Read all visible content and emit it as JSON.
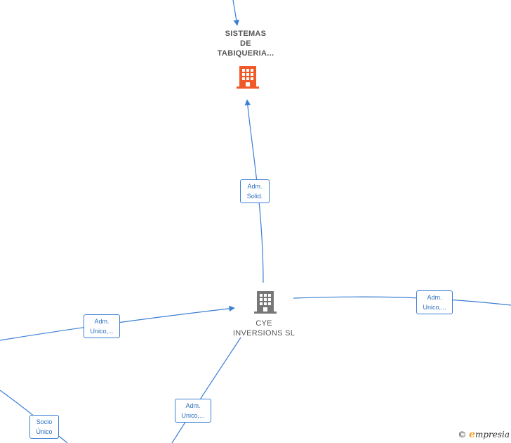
{
  "nodes": {
    "top_company": {
      "name_line1": "SISTEMAS",
      "name_line2": "DE",
      "name_line3": "TABIQUERIA...",
      "icon": "building-icon",
      "color": "#f05a28"
    },
    "center_company": {
      "name_line1": "CYE",
      "name_line2": "INVERSIONS SL",
      "icon": "building-icon",
      "color": "#777777"
    }
  },
  "edges": {
    "top": {
      "line1": "Adm.",
      "line2": "Solid."
    },
    "right": {
      "line1": "Adm.",
      "line2": "Unico,..."
    },
    "left": {
      "line1": "Adm.",
      "line2": "Unico,..."
    },
    "bottom": {
      "line1": "Adm.",
      "line2": "Unico,..."
    },
    "bottom_left": {
      "line1": "Socio",
      "line2": "Único"
    }
  },
  "watermark": {
    "symbol": "©",
    "brand_initial": "e",
    "brand_rest": "mpresia"
  },
  "colors": {
    "edge": "#3b7fd4",
    "highlight": "#f05a28",
    "neutral": "#777777"
  }
}
